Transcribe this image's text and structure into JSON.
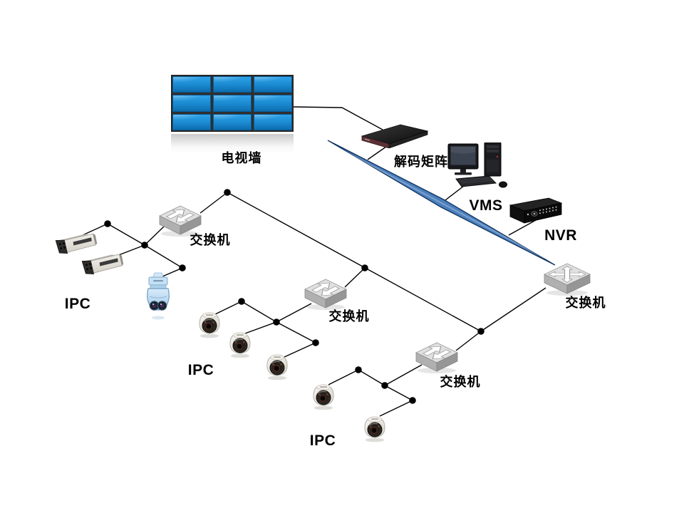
{
  "diagram": {
    "background": "#ffffff",
    "display_wall": {
      "label": "电视墙",
      "rows": 3,
      "cols": 3
    },
    "decoder_matrix": {
      "label": "解码矩阵"
    },
    "vms_workstation": {
      "label": "VMS"
    },
    "nvr": {
      "label": "NVR"
    },
    "core_switch": {
      "label": "交换机"
    },
    "access_switches": [
      {
        "label": "交换机"
      },
      {
        "label": "交换机"
      },
      {
        "label": "交换机"
      }
    ],
    "camera_groups": [
      {
        "label": "IPC",
        "camera_count": 3,
        "camera_types": [
          "bullet",
          "bullet",
          "ptz-dome"
        ]
      },
      {
        "label": "IPC",
        "camera_count": 3,
        "camera_types": [
          "dome",
          "dome",
          "dome"
        ]
      },
      {
        "label": "IPC",
        "camera_count": 2,
        "camera_types": [
          "dome",
          "dome"
        ]
      }
    ],
    "colors": {
      "screen_blue": "#1a89cf",
      "trunk_cable_blue": "#4a7ebc",
      "matrix_front_maroon": "#5c3136",
      "ptz_body_blue": "#c6e0f4",
      "line_black": "#000000"
    },
    "icons": [
      "tv-wall-icon",
      "decoder-matrix-icon",
      "vms-computer-icon",
      "nvr-icon",
      "switch-icon",
      "router-switch-icon",
      "bullet-camera-icon",
      "dome-camera-icon",
      "ptz-camera-icon",
      "trunk-cable",
      "junction-dot"
    ]
  }
}
